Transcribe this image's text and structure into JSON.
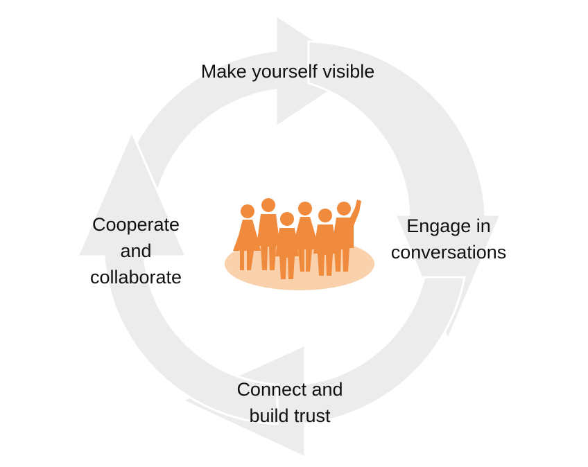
{
  "diagram": {
    "steps": [
      {
        "id": "top",
        "lines": [
          "Make yourself visible"
        ]
      },
      {
        "id": "right",
        "lines": [
          "Engage in",
          "conversations"
        ]
      },
      {
        "id": "bottom",
        "lines": [
          "Connect and",
          "build trust"
        ]
      },
      {
        "id": "left",
        "lines": [
          "Cooperate",
          "and",
          "collaborate"
        ]
      }
    ],
    "center_icon": "group-of-people-icon",
    "colors": {
      "ring": "#ececec",
      "ring_edge": "#ffffff",
      "people": "#f08a3c",
      "people_base": "#f9d2ad",
      "text": "#111111"
    }
  }
}
